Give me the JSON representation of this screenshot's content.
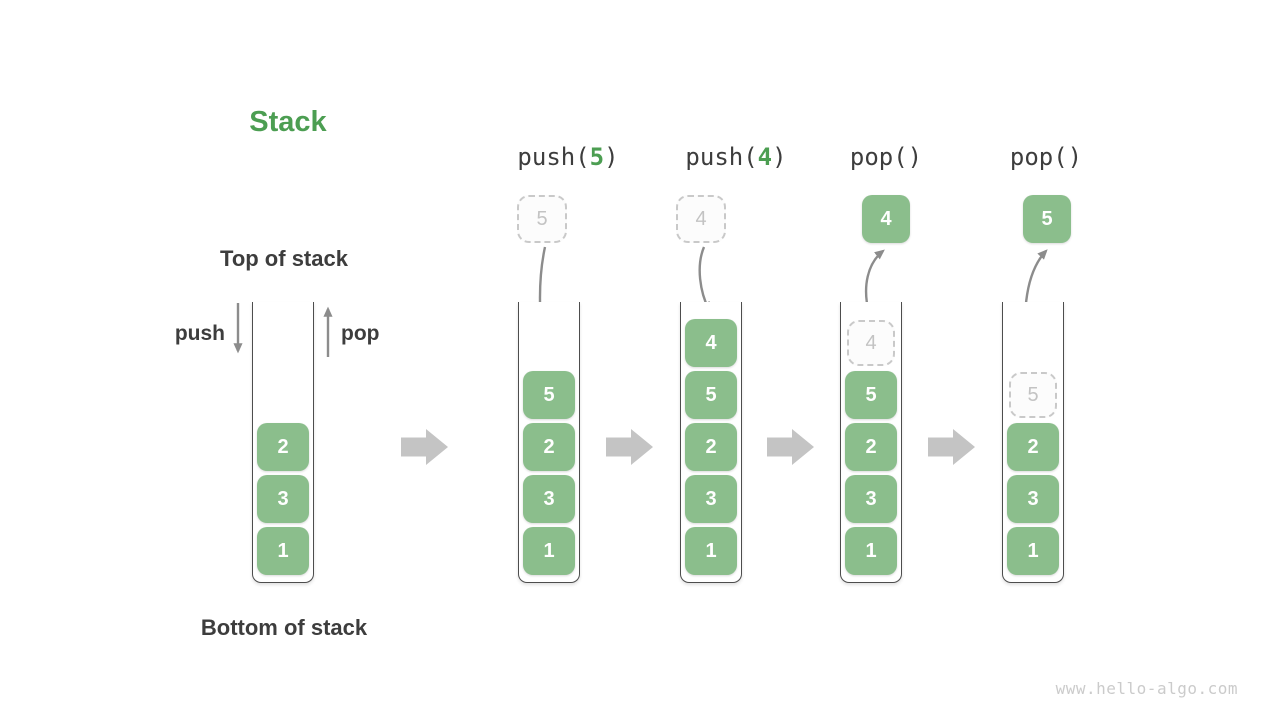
{
  "page": {
    "watermark": "www.hello-algo.com",
    "background": "#ffffff"
  },
  "palette": {
    "green_fill": "#8bbe8c",
    "green_text": "#4c9e52",
    "dark_text": "#3d3d3d",
    "container_border": "#4d4d4d",
    "ghost_border": "#c9c9c9",
    "ghost_text": "#c3c3c3",
    "arrow_gray": "#8c8c8c",
    "block_arrow": "#c4c4c4",
    "watermark_text": "#cbcbcb"
  },
  "legend": {
    "title": "Stack",
    "top_label": "Top of stack",
    "bottom_label": "Bottom of stack",
    "push_arrow_label": "push",
    "pop_arrow_label": "pop",
    "stack_items": [
      "2",
      "3",
      "1"
    ]
  },
  "steps": [
    {
      "operation": "push",
      "label": {
        "prefix": "push(",
        "arg": "5",
        "suffix": ")"
      },
      "floating_box": {
        "value": "5",
        "ghost": true
      },
      "arrow": "into-stack",
      "stack_items": [
        {
          "value": "5",
          "ghost": false
        },
        {
          "value": "2",
          "ghost": false
        },
        {
          "value": "3",
          "ghost": false
        },
        {
          "value": "1",
          "ghost": false
        }
      ]
    },
    {
      "operation": "push",
      "label": {
        "prefix": "push(",
        "arg": "4",
        "suffix": ")"
      },
      "floating_box": {
        "value": "4",
        "ghost": true
      },
      "arrow": "into-stack",
      "stack_items": [
        {
          "value": "4",
          "ghost": false
        },
        {
          "value": "5",
          "ghost": false
        },
        {
          "value": "2",
          "ghost": false
        },
        {
          "value": "3",
          "ghost": false
        },
        {
          "value": "1",
          "ghost": false
        }
      ]
    },
    {
      "operation": "pop",
      "label": {
        "prefix": "pop(",
        "arg": "",
        "suffix": ")"
      },
      "floating_box": {
        "value": "4",
        "ghost": false
      },
      "arrow": "out-of-stack",
      "stack_items": [
        {
          "value": "4",
          "ghost": true
        },
        {
          "value": "5",
          "ghost": false
        },
        {
          "value": "2",
          "ghost": false
        },
        {
          "value": "3",
          "ghost": false
        },
        {
          "value": "1",
          "ghost": false
        }
      ]
    },
    {
      "operation": "pop",
      "label": {
        "prefix": "pop(",
        "arg": "",
        "suffix": ")"
      },
      "floating_box": {
        "value": "5",
        "ghost": false
      },
      "arrow": "out-of-stack",
      "stack_items": [
        {
          "value": "5",
          "ghost": true
        },
        {
          "value": "2",
          "ghost": false
        },
        {
          "value": "3",
          "ghost": false
        },
        {
          "value": "1",
          "ghost": false
        }
      ]
    }
  ]
}
